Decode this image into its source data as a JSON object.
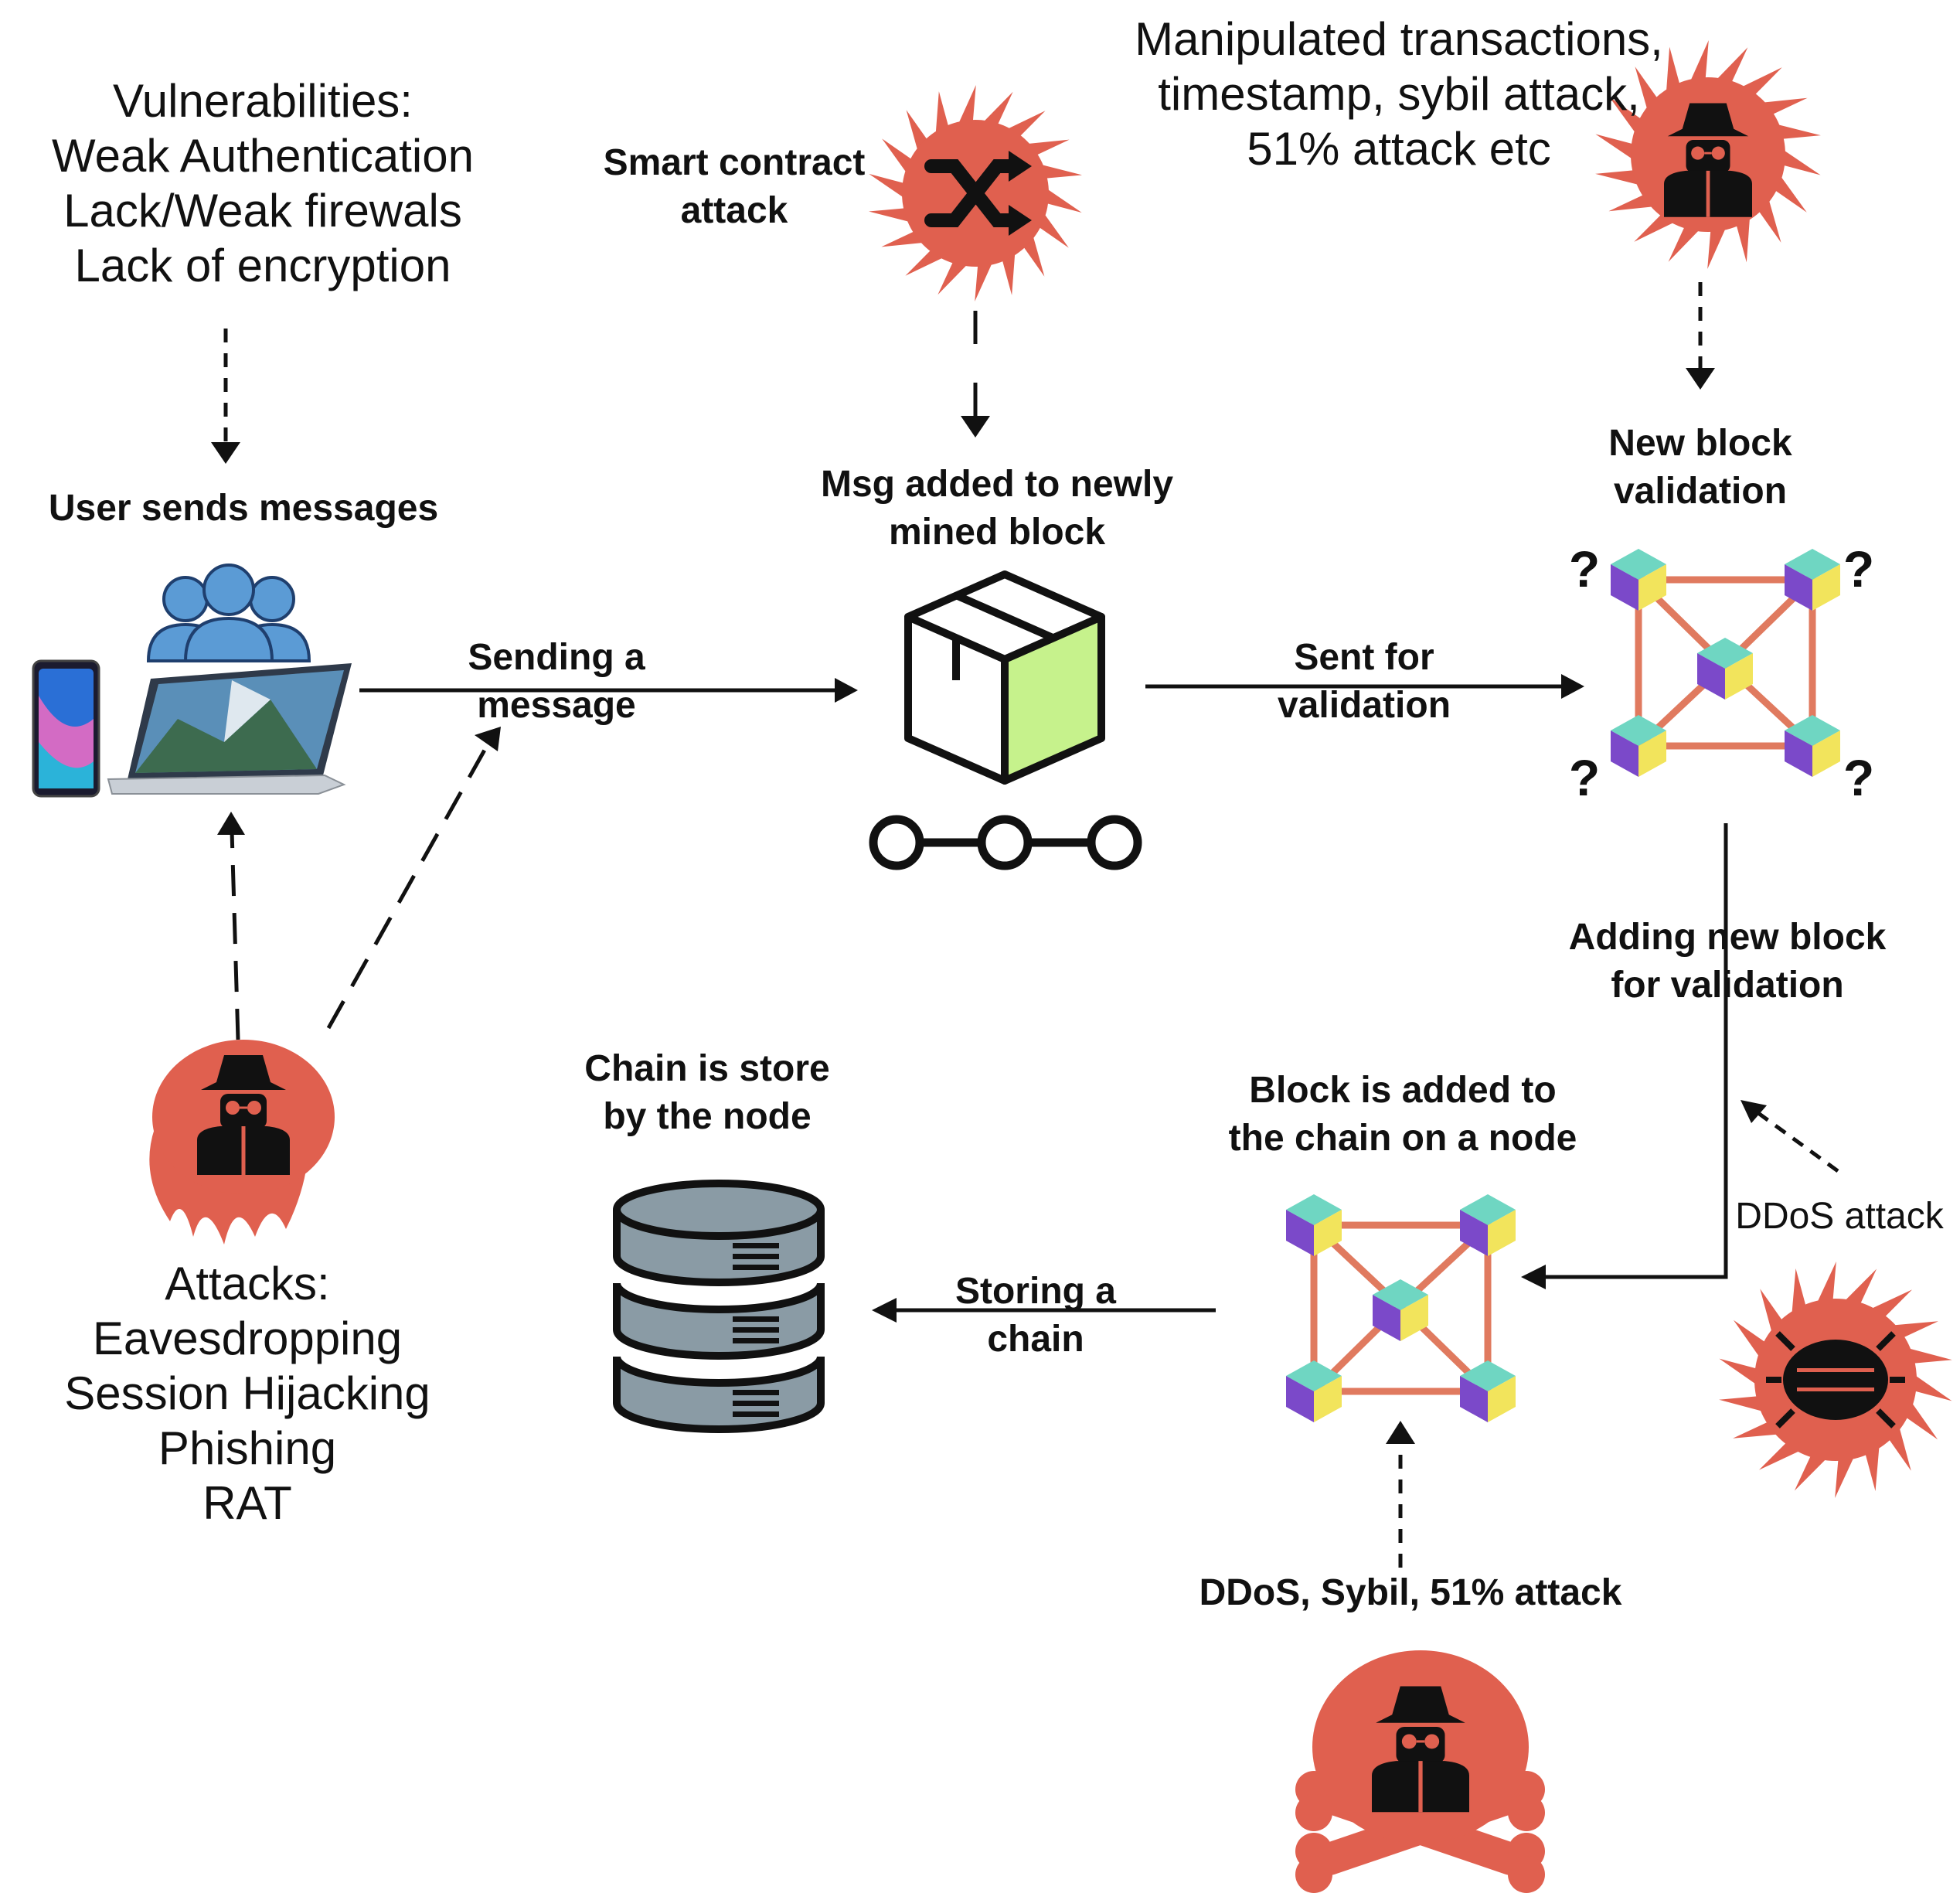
{
  "vulnerabilities": {
    "lines": [
      "Vulnerabilities:",
      "Weak Authentication",
      "Lack/Weak firewals",
      "Lack of encryption"
    ]
  },
  "smart_contract_attack": {
    "lines": [
      "Smart contract",
      "attack"
    ]
  },
  "manipulated_transactions": {
    "lines": [
      "Manipulated transactions,",
      "timestamp, sybil attack,",
      "51% attack etc"
    ]
  },
  "user_sends": {
    "label": "User sends messages"
  },
  "msg_added": {
    "lines": [
      "Msg added to newly",
      "mined block"
    ]
  },
  "new_block_validation": {
    "lines": [
      "New block",
      "validation"
    ]
  },
  "sending_message": {
    "lines": [
      "Sending a",
      "message"
    ]
  },
  "sent_for_validation": {
    "lines": [
      "Sent for",
      "validation"
    ]
  },
  "adding_new_block": {
    "lines": [
      "Adding new block",
      "for validation"
    ]
  },
  "ddos_attack": {
    "label": "DDoS attack"
  },
  "block_added": {
    "lines": [
      "Block is added to",
      "the chain on a node"
    ]
  },
  "chain_stored": {
    "lines": [
      "Chain is store",
      "by the node"
    ]
  },
  "storing_chain": {
    "lines": [
      "Storing a",
      "chain"
    ]
  },
  "attacks": {
    "lines": [
      "Attacks:",
      "Eavesdropping",
      "Session Hijacking",
      "Phishing",
      "RAT"
    ]
  },
  "bottom_attack": {
    "label": "DDoS, Sybil, 51% attack"
  },
  "question_mark": "?",
  "colors": {
    "attack_red": "#e0604f",
    "edge_orange": "#e07a5f",
    "cube_top": "#6fd6c2",
    "cube_left": "#7b49c9",
    "cube_right": "#f2e45c",
    "box_front": "#c6f28c",
    "db_fill": "#8a9ba5",
    "users_fill": "#5b9bd5"
  },
  "icons": [
    "user-group-icon",
    "laptop-icon",
    "phone-icon",
    "package-box-icon",
    "chain-links-icon",
    "blockchain-network-icon",
    "database-icon",
    "shuffle-virus-icon",
    "hacker-icon",
    "bug-virus-icon",
    "skull-crossbones-icon"
  ]
}
